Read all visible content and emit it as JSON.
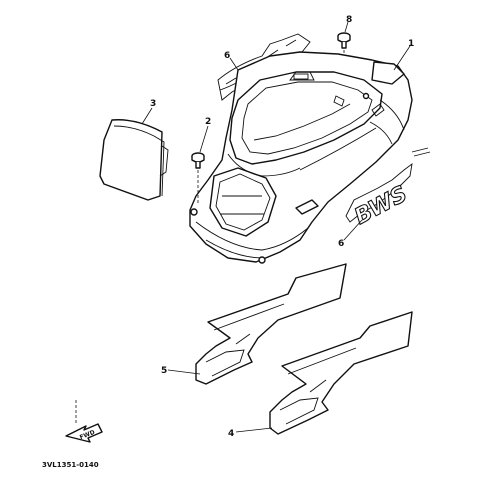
{
  "parts": [
    {
      "label": "1",
      "name": "body-cover"
    },
    {
      "label": "2",
      "name": "screw"
    },
    {
      "label": "3",
      "name": "lid"
    },
    {
      "label": "4",
      "name": "graphic-right"
    },
    {
      "label": "5",
      "name": "graphic-left"
    },
    {
      "label": "6",
      "name": "emblem-top"
    },
    {
      "label": "6",
      "name": "emblem-bws"
    },
    {
      "label": "8",
      "name": "bolt"
    }
  ],
  "emblem_text": "BWS",
  "fwd_label": "FWD",
  "drawing_ref": "3VL1351-0140"
}
